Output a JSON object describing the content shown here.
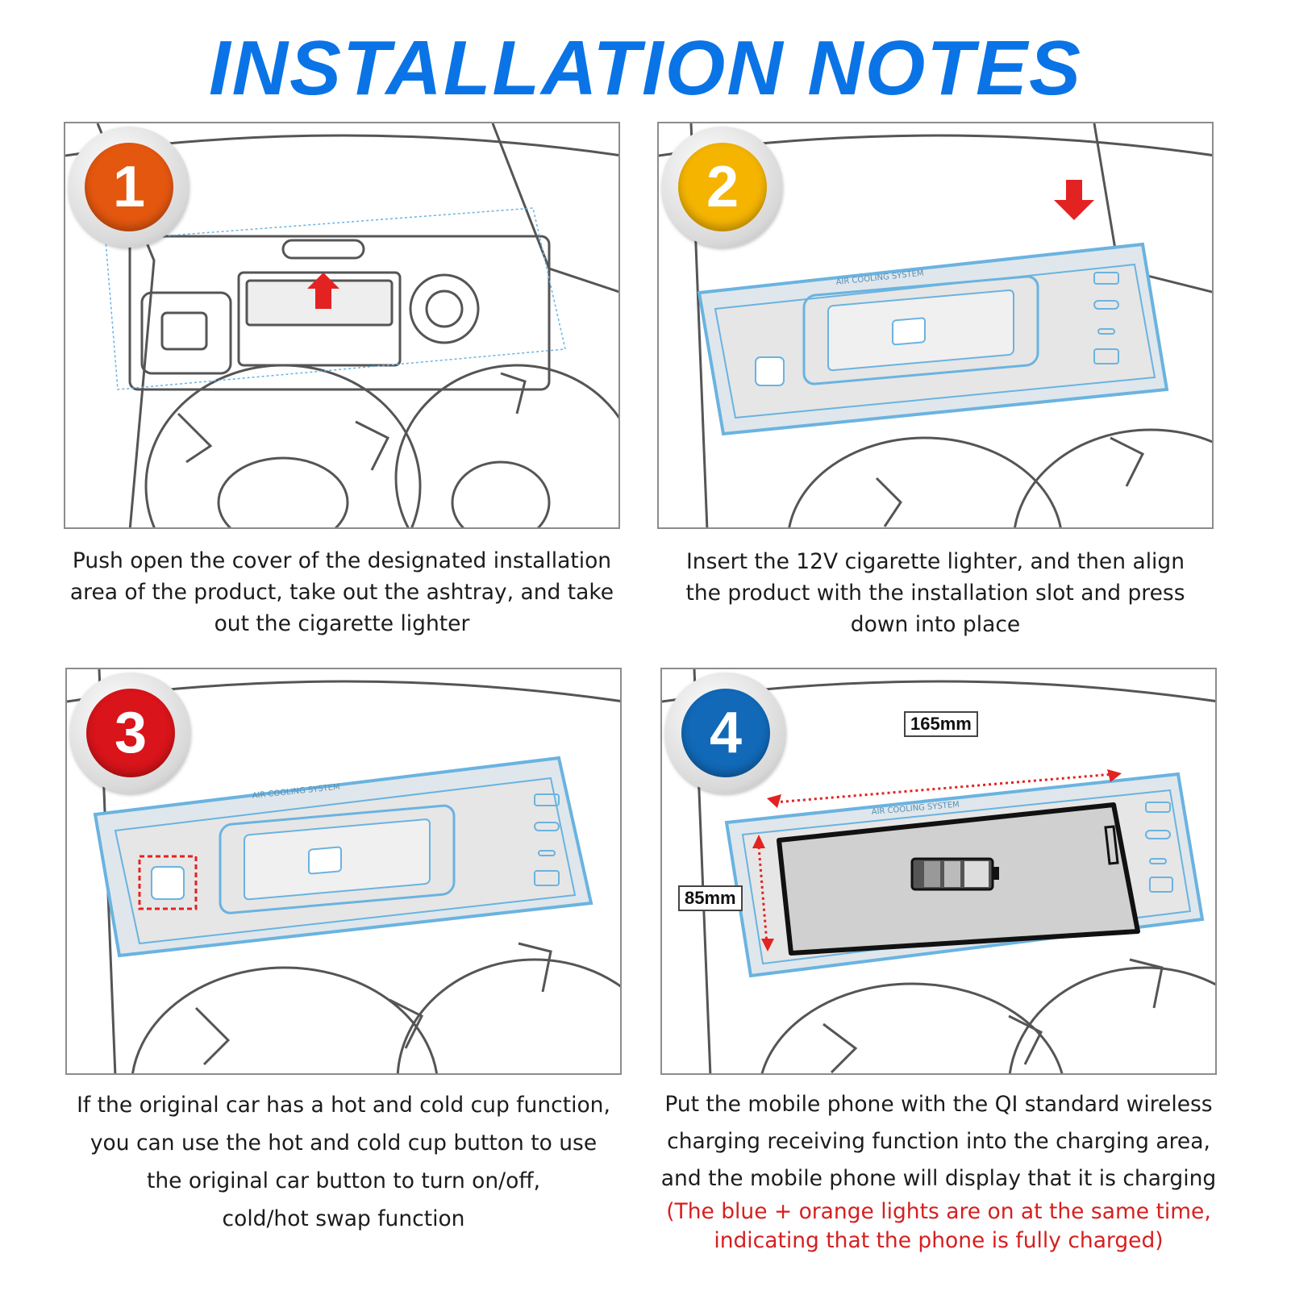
{
  "title": "INSTALLATION NOTES",
  "steps": [
    {
      "number": "1",
      "color": "#e4570f",
      "caption_lines": [
        "Push open the cover of the designated installation",
        "area of the product, take out the ashtray, and take",
        "out the cigarette lighter"
      ]
    },
    {
      "number": "2",
      "color": "#f4b400",
      "caption_lines": [
        "Insert the 12V cigarette lighter, and then align",
        "the product with the installation slot and press",
        "down into place"
      ]
    },
    {
      "number": "3",
      "color": "#d9141a",
      "caption_lines": [
        "If the original car has a hot and cold cup function,",
        "you can use the hot and cold cup button to use",
        "the original car button to turn on/off,",
        "cold/hot swap function"
      ]
    },
    {
      "number": "4",
      "color": "#1169b8",
      "caption_lines": [
        "Put the mobile phone with the QI standard wireless",
        "charging receiving function into the charging area,",
        "and the mobile phone will display that it is charging"
      ],
      "note_lines": [
        "(The blue + orange lights are on at the same time,",
        "indicating that the phone is fully charged)"
      ],
      "width_label": "165mm",
      "height_label": "85mm"
    }
  ],
  "device_label": "AIR COOLING SYSTEM"
}
